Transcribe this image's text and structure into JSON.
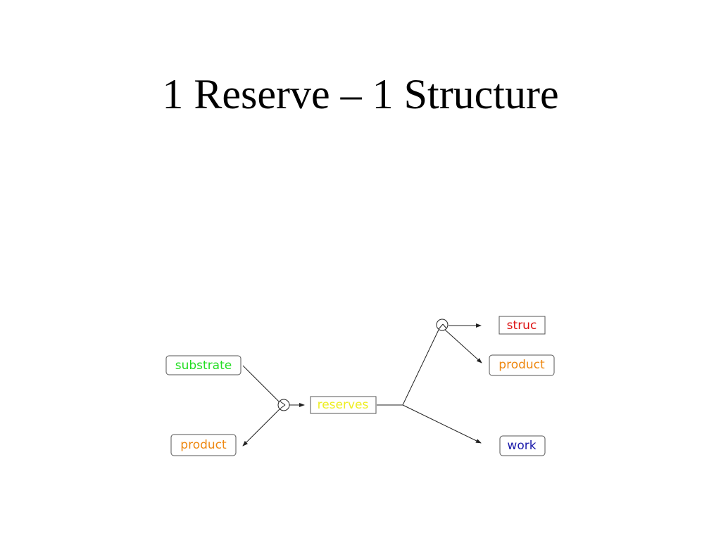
{
  "slide": {
    "title": "1 Reserve – 1 Structure"
  },
  "diagram": {
    "nodes": {
      "substrate": {
        "label": "substrate",
        "color": "#22dd22"
      },
      "product_left": {
        "label": "product",
        "color": "#ee8811"
      },
      "reserves": {
        "label": "reserves",
        "color": "#eeee22"
      },
      "struc": {
        "label": "struc",
        "color": "#dd1111"
      },
      "product_right": {
        "label": "product",
        "color": "#ee8811"
      },
      "work": {
        "label": "work",
        "color": "#1a1aaa"
      }
    },
    "node_shapes": {
      "substrate": "rounded-box",
      "product_left": "rounded-box",
      "reserves": "box",
      "struc": "box",
      "product_right": "rounded-box",
      "work": "rounded-box"
    },
    "junctions": [
      "circle-junction-left",
      "circle-junction-right"
    ],
    "edges": [
      {
        "from": "substrate",
        "to": "circle-junction-left",
        "arrow": false
      },
      {
        "from": "circle-junction-left",
        "to": "product_left",
        "arrow": true
      },
      {
        "from": "circle-junction-left",
        "to": "reserves",
        "arrow": true
      },
      {
        "from": "reserves",
        "to": "circle-junction-right",
        "arrow": false
      },
      {
        "from": "circle-junction-right",
        "to": "struc",
        "arrow": true
      },
      {
        "from": "circle-junction-right",
        "to": "product_right",
        "arrow": true
      },
      {
        "from": "reserves",
        "to": "work",
        "arrow": true
      }
    ]
  }
}
